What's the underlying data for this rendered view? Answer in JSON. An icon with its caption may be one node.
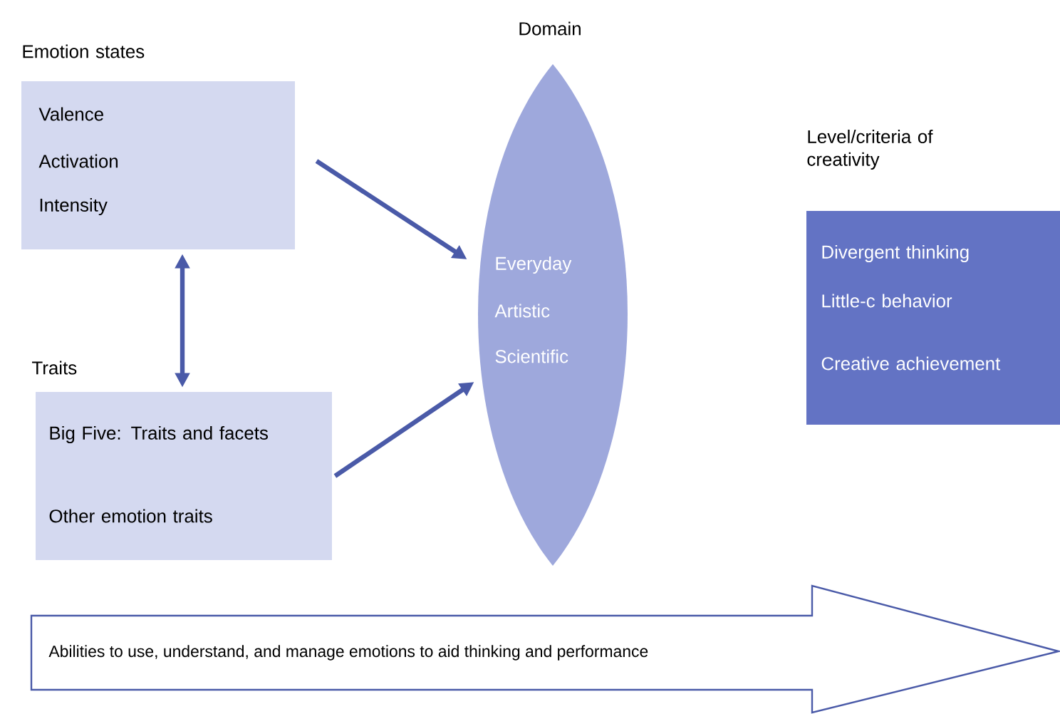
{
  "diagram": {
    "nodes": [
      {
        "text": [
          "Emotion states",
          "Valence",
          "Activation",
          "Intensity"
        ]
      },
      {
        "text": [
          "Traits",
          "Big Five: Traits and facets",
          "Other emotion traits"
        ]
      },
      {
        "text": [
          "Domain",
          "Everyday",
          "Artistic",
          "Scientific"
        ]
      },
      {
        "text": [
          "Level/criteria of creativity",
          "Divergent thinking",
          "Little-c behavior",
          "Creative achievement"
        ]
      },
      {
        "text": [
          "Abilities to use, understand, and manage emotions to aid thinking and performance"
        ]
      }
    ],
    "edges": [
      {
        "from": 0,
        "to": 2,
        "arrow": "to"
      },
      {
        "from": 1,
        "to": 2,
        "arrow": "to"
      },
      {
        "from": 0,
        "to": 1,
        "arrow": "both"
      }
    ]
  }
}
